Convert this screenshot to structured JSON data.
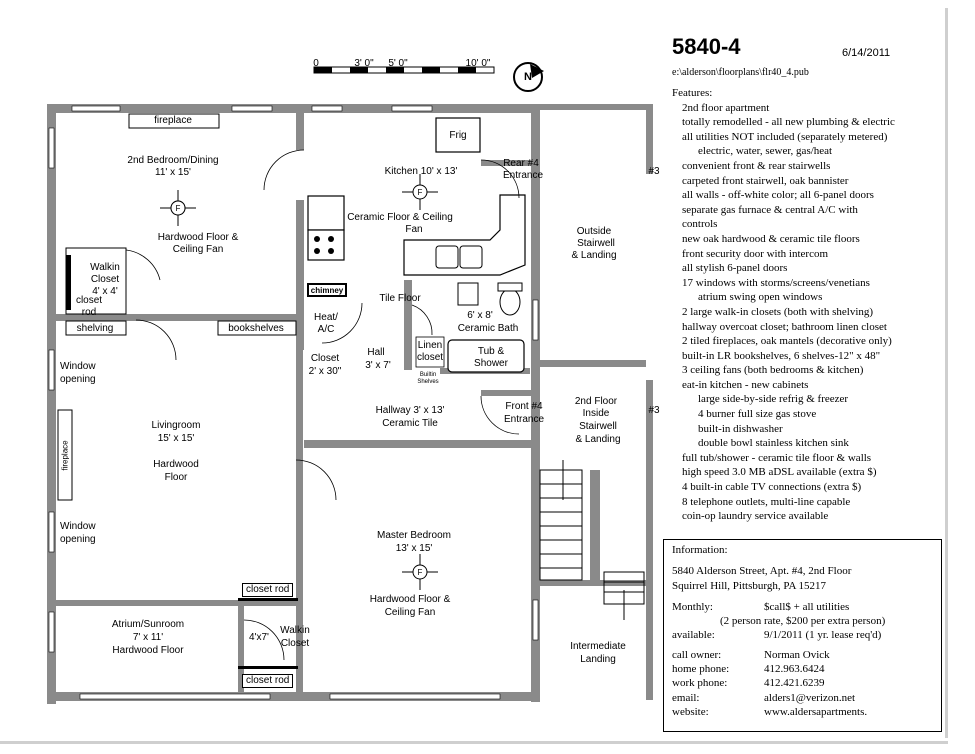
{
  "header": {
    "title": "5840-4",
    "date": "6/14/2011",
    "file_path": "e:\\alderson\\floorplans\\flr40_4.pub"
  },
  "scale_bar": {
    "labels": [
      "0",
      "3' 0\"",
      "5' 0\"",
      "10' 0\""
    ]
  },
  "compass": {
    "letter": "N",
    "icon": "north-arrow-icon"
  },
  "rooms": {
    "fireplace_top": "fireplace",
    "bedroom2_name": "2nd Bedroom/Dining",
    "bedroom2_size": "11' x 15'",
    "bedroom2_floor_1": "Hardwood Floor &",
    "bedroom2_floor_2": "Ceiling Fan",
    "walkin_1": "Walkin",
    "walkin_2": "Closet",
    "walkin_3": "4' x 4'",
    "closet_rod_1": "closet",
    "closet_rod_2": "rod",
    "shelving": "shelving",
    "bookshelves": "bookshelves",
    "frig": "Frig",
    "kitchen_name": "Kitchen 10' x 13'",
    "kitchen_floor_1": "Ceramic Floor & Ceiling",
    "kitchen_floor_2": "Fan",
    "rear_1": "Rear #4",
    "rear_2": "Entrance",
    "outside_1": "Outside",
    "outside_2": "Stairwell",
    "outside_3": "& Landing",
    "num3_top": "#3",
    "chimney": "chimney",
    "tile_floor": "Tile Floor",
    "heat_1": "Heat/",
    "heat_2": "A/C",
    "closet_1": "Closet",
    "closet_2": "2' x 30\"",
    "hall_1": "Hall",
    "hall_2": "3' x 7'",
    "linen_1": "Linen",
    "linen_2": "closet",
    "builtin_1": "Builtin",
    "builtin_2": "Shelves",
    "bath_1": "6' x 8'",
    "bath_2": "Ceramic Bath",
    "tub_1": "Tub &",
    "tub_2": "Shower",
    "window1_1": "Window",
    "window1_2": "opening",
    "window2_1": "Window",
    "window2_2": "opening",
    "fireplace_side": "fireplace",
    "living_1": "Livingroom",
    "living_2": "15' x 15'",
    "living_3": "Hardwood",
    "living_4": "Floor",
    "hallway_1": "Hallway 3' x 13'",
    "hallway_2": "Ceramic Tile",
    "front_1": "Front #4",
    "front_2": "Entrance",
    "inside_1": "2nd Floor",
    "inside_2": "Inside",
    "inside_3": "Stairwell",
    "inside_4": "& Landing",
    "num3_mid": "#3",
    "master_1": "Master Bedroom",
    "master_2": "13' x 15'",
    "master_3": "Hardwood Floor &",
    "master_4": "Ceiling Fan",
    "atrium_1": "Atrium/Sunroom",
    "atrium_2": "7' x 11'",
    "atrium_3": "Hardwood Floor",
    "closet_rod_top": "closet rod",
    "closet_rod_bottom": "closet rod",
    "walkin2_1": "Walkin",
    "walkin2_2": "Closet",
    "walkin2_size": "4'x7'",
    "intermediate_1": "Intermediate",
    "intermediate_2": "Landing",
    "fan_letter": "F"
  },
  "features": {
    "heading": "Features:",
    "items": [
      {
        "text": "2nd floor apartment",
        "indent": false
      },
      {
        "text": "totally remodelled - all new plumbing & electric",
        "indent": false
      },
      {
        "text": "all utilities NOT included (separately metered)",
        "indent": false
      },
      {
        "text": "electric, water, sewer, gas/heat",
        "indent": true
      },
      {
        "text": "convenient front & rear stairwells",
        "indent": false
      },
      {
        "text": "carpeted front stairwell, oak bannister",
        "indent": false
      },
      {
        "text": "all walls - off-white color; all 6-panel doors",
        "indent": false
      },
      {
        "text": "separate gas furnace & central A/C with",
        "indent": false
      },
      {
        "text": "controls",
        "indent": false
      },
      {
        "text": "new oak hardwood & ceramic tile floors",
        "indent": false
      },
      {
        "text": "front security door with intercom",
        "indent": false
      },
      {
        "text": "all stylish 6-panel doors",
        "indent": false
      },
      {
        "text": "17 windows with storms/screens/venetians",
        "indent": false
      },
      {
        "text": "atrium swing open windows",
        "indent": true
      },
      {
        "text": "2 large walk-in closets (both with shelving)",
        "indent": false
      },
      {
        "text": "hallway overcoat closet; bathroom linen closet",
        "indent": false
      },
      {
        "text": "2 tiled fireplaces, oak mantels (decorative only)",
        "indent": false
      },
      {
        "text": "built-in LR bookshelves, 6 shelves-12\" x 48\"",
        "indent": false
      },
      {
        "text": "3 ceiling fans (both bedrooms & kitchen)",
        "indent": false
      },
      {
        "text": "eat-in kitchen - new cabinets",
        "indent": false
      },
      {
        "text": "large side-by-side refrig & freezer",
        "indent": true
      },
      {
        "text": "4 burner full size gas stove",
        "indent": true
      },
      {
        "text": "built-in dishwasher",
        "indent": true
      },
      {
        "text": "double bowl stainless kitchen sink",
        "indent": true
      },
      {
        "text": "full tub/shower - ceramic tile floor & walls",
        "indent": false
      },
      {
        "text": "high speed 3.0 MB aDSL available  (extra $)",
        "indent": false
      },
      {
        "text": "4 built-in cable TV connections (extra $)",
        "indent": false
      },
      {
        "text": "8 telephone outlets, multi-line capable",
        "indent": false
      },
      {
        "text": "coin-op laundry service available",
        "indent": false
      }
    ]
  },
  "information": {
    "heading": "Information:",
    "address_1": "5840 Alderson Street, Apt. #4, 2nd Floor",
    "address_2": "Squirrel Hill, Pittsburgh, PA  15217",
    "monthly_label": "Monthly:",
    "monthly_value": "$call$ + all utilities",
    "monthly_note": "(2 person rate, $200 per extra person)",
    "available_label": "available:",
    "available_value": "9/1/2011 (1 yr. lease req'd)",
    "owner_label": "call owner:",
    "owner_value": "Norman Ovick",
    "home_label": "home phone:",
    "home_value": "412.963.6424",
    "work_label": "work phone:",
    "work_value": "412.421.6239",
    "email_label": "email:",
    "email_value": "alders1@verizon.net",
    "website_label": "website:",
    "website_value": "www.aldersapartments."
  }
}
